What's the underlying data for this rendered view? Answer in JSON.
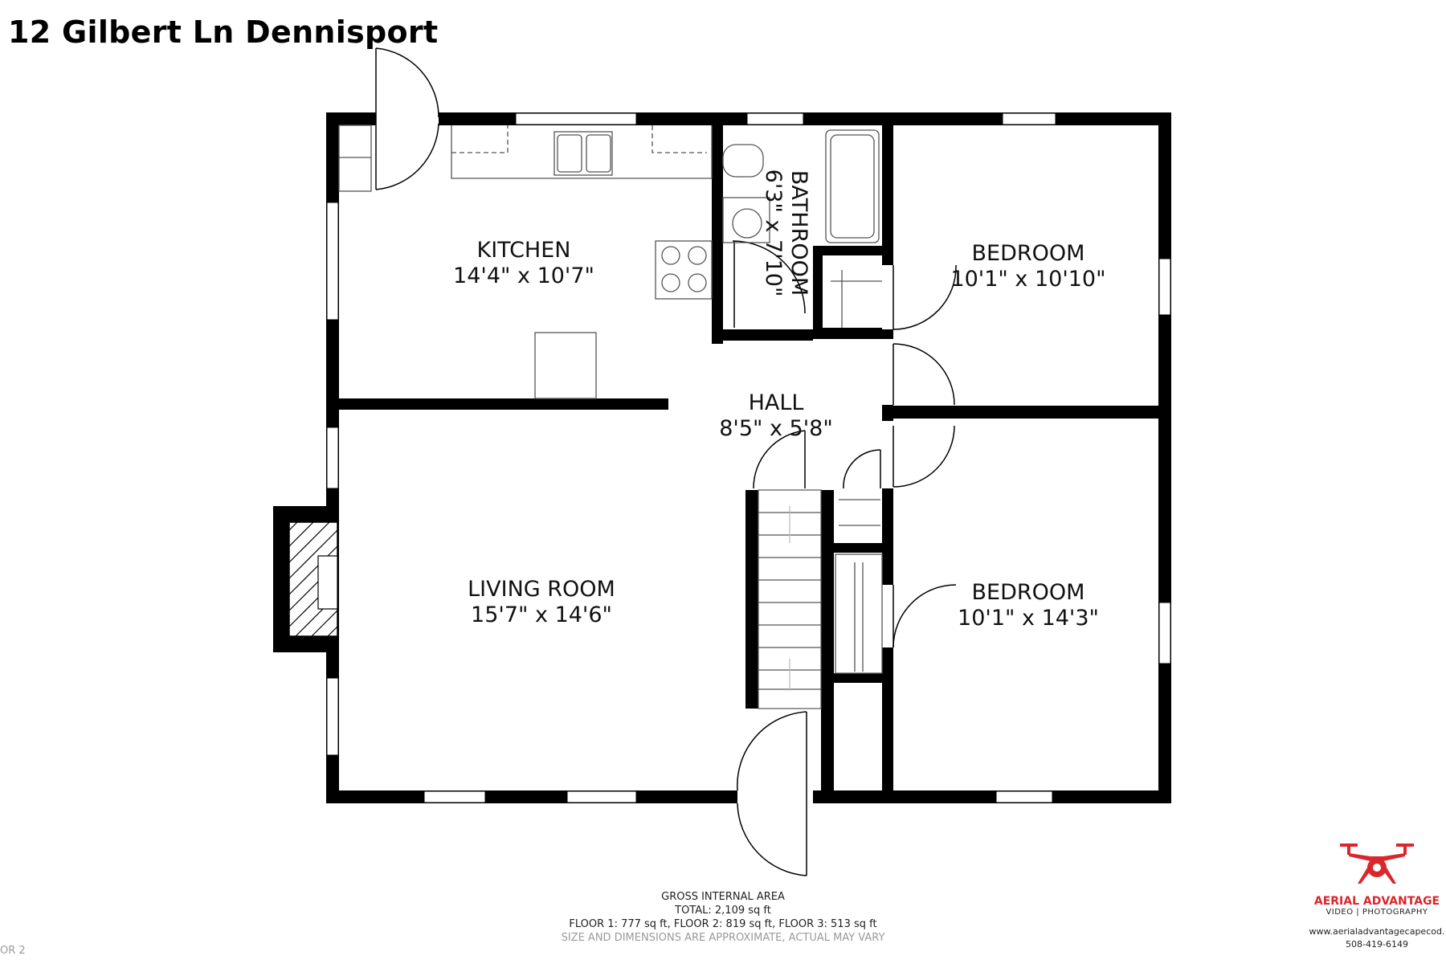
{
  "title": "12 Gilbert Ln Dennisport",
  "rooms": {
    "kitchen": {
      "name": "KITCHEN",
      "dims": "14'4\" x 10'7\""
    },
    "bathroom": {
      "name": "BATHROOM",
      "dims": "6'3\" x 7'10\""
    },
    "bedroom1": {
      "name": "BEDROOM",
      "dims": "10'1\" x 10'10\""
    },
    "hall": {
      "name": "HALL",
      "dims": "8'5\" x 5'8\""
    },
    "living": {
      "name": "LIVING ROOM",
      "dims": "15'7\" x 14'6\""
    },
    "bedroom2": {
      "name": "BEDROOM",
      "dims": "10'1\" x 14'3\""
    }
  },
  "area": {
    "heading": "GROSS INTERNAL AREA",
    "total": "TOTAL: 2,109 sq ft",
    "floors": "FLOOR 1: 777 sq ft, FLOOR 2: 819 sq ft, FLOOR 3: 513 sq ft",
    "note": "SIZE AND DIMENSIONS ARE APPROXIMATE, ACTUAL MAY VARY"
  },
  "floor_tag": "OR 2",
  "logo": {
    "brand": "AERIAL ADVANTAGE",
    "tagline": "VIDEO | PHOTOGRAPHY",
    "website": "www.aerialadvantagecapecod.",
    "phone": "508-419-6149",
    "color": "#d8272d"
  }
}
